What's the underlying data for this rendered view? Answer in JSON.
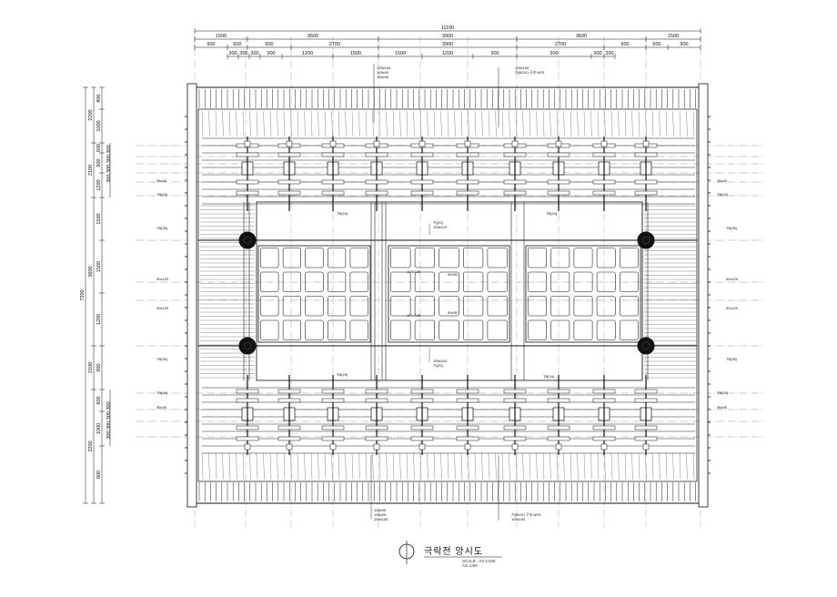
{
  "drawing": {
    "title": "극락전 앙시도",
    "scale_lines": [
      "SCALE : A3-1/100",
      "A3=1/60"
    ]
  },
  "dimensions": {
    "top_overall": "11100",
    "top_row1": [
      "1500",
      "3600",
      "3900",
      "3600",
      "1500"
    ],
    "top_row2": [
      "900",
      "600",
      "900",
      "2700",
      "3900",
      "2700",
      "900",
      "600",
      "900"
    ],
    "top_row3": [
      "300",
      "300",
      "300",
      "300",
      "1200",
      "1500",
      "1500",
      "1200",
      "300",
      "300",
      "300",
      "300"
    ],
    "left_overall": "7200",
    "left_row1": [
      "2200",
      "2100",
      "3600",
      "2100",
      "2200"
    ],
    "left_row2": [
      "800",
      "1000",
      "600",
      "900",
      "1200",
      "1500",
      "1500",
      "1200",
      "900",
      "600",
      "1000",
      "800"
    ],
    "left_row3_top": "300,300,300,300",
    "left_row3_bottom": "300,300,300,300"
  },
  "annotations": {
    "top_callout_left": [
      "105x105",
      "105x90",
      "105x90"
    ],
    "top_callout_right": [
      "105x150",
      "거(BOX) 구조 NR3"
    ],
    "bottom_callout_left": [
      "105x90",
      "105x90",
      "105x105"
    ],
    "bottom_callout_right": [
      "거(BOX) 구조 NR3",
      "105x150"
    ],
    "center_upper": [
      "거(20)",
      "105x210"
    ],
    "center_lower": [
      "105x210",
      "거(20)"
    ],
    "panel_labels": [
      "105x105",
      "90x90",
      "105x105",
      "90x90"
    ],
    "beam_tags": [
      "TB(24)",
      "TB(24)",
      "TB(24)",
      "TB(24)"
    ],
    "side_left": [
      "TB(24)",
      "36x45",
      "TB(30)",
      "90x120",
      "90x120",
      "TB(30)",
      "TB(24)",
      "36x45"
    ],
    "side_right": [
      "36x45",
      "TB(24)",
      "TB(30)",
      "90x120",
      "90x120",
      "TB(30)",
      "TB(24)",
      "36x45"
    ]
  }
}
